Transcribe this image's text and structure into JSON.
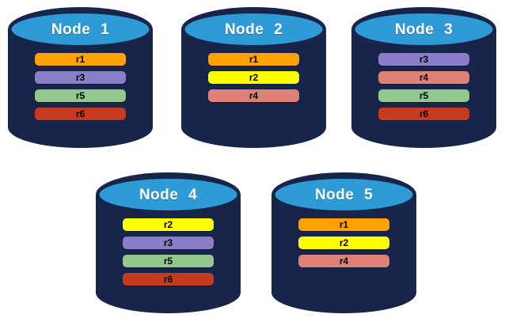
{
  "diagram": {
    "background": "#FFFFFF",
    "colors": {
      "cylinder_body": "#18254B",
      "cylinder_top": "#2F9BD6",
      "node_title_text": "#FFFFFF",
      "replica_label_text": "#000000",
      "replica_colors": {
        "r1": "#FFA102",
        "r2": "#FFFF00",
        "r3": "#8B7EC8",
        "r4": "#DE8277",
        "r5": "#94C78F",
        "r6": "#C43B20"
      }
    },
    "nodes": [
      {
        "label": "Node 1",
        "replicas": [
          "r1",
          "r3",
          "r5",
          "r6"
        ]
      },
      {
        "label": "Node 2",
        "replicas": [
          "r1",
          "r2",
          "r4"
        ]
      },
      {
        "label": "Node 3",
        "replicas": [
          "r3",
          "r4",
          "r5",
          "r6"
        ]
      },
      {
        "label": "Node 4",
        "replicas": [
          "r2",
          "r3",
          "r5",
          "r6"
        ]
      },
      {
        "label": "Node 5",
        "replicas": [
          "r1",
          "r2",
          "r4"
        ]
      }
    ]
  }
}
